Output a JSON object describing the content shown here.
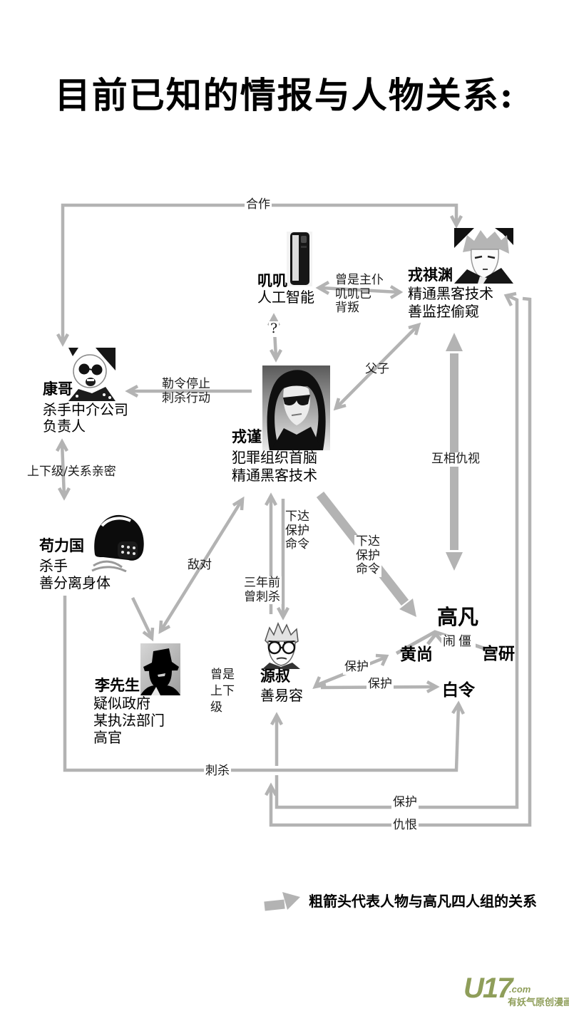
{
  "title": "目前已知的情报与人物关系:",
  "characters": {
    "jiji": {
      "name": "叽叽",
      "desc1": "人工智能"
    },
    "rongqiyuan": {
      "name": "戎祺渊",
      "desc1": "精通黑客技术",
      "desc2": "善监控偷窥"
    },
    "kangge": {
      "name": "康哥",
      "desc1": "杀手中介公司",
      "desc2": "负责人"
    },
    "rongjin": {
      "name": "戎谨",
      "desc1": "犯罪组织首脑",
      "desc2": "精通黑客技术"
    },
    "gouliguo": {
      "name": "苟力国",
      "desc1": "杀手",
      "desc2": "善分离身体"
    },
    "lixiansheng": {
      "name": "李先生",
      "desc1": "疑似政府",
      "desc2": "某执法部门",
      "desc3": "高官"
    },
    "yuanshu": {
      "name": "源叔",
      "desc1": "善易容"
    },
    "gaofan": {
      "name": "高凡"
    },
    "huangshang": {
      "name": "黄尚"
    },
    "gongyan": {
      "name": "宫研"
    },
    "bailing": {
      "name": "白令"
    }
  },
  "edges": {
    "hezuo": "合作",
    "zhupu_l1": "曾是主仆",
    "zhupu_l2": "叽叽已",
    "zhupu_l3": "背叛",
    "question": "?",
    "fuzi": "父子",
    "leling_l1": "勒令停止",
    "leling_l2": "刺杀行动",
    "shangxiaji": "上下级/关系亲密",
    "didui": "敌对",
    "xiada_l1": "下达",
    "xiada_l2": "保护",
    "xiada_l3": "命令",
    "sannian_l1": "三年前",
    "sannian_l2": "曾刺杀",
    "huxiang": "互相仇视",
    "naojiang": "闹僵",
    "baohu": "保护",
    "zengshi_l1": "曾是",
    "zengshi_l2": "上下",
    "zengshi_l3": "级",
    "cisha": "刺杀",
    "chouhen": "仇恨"
  },
  "legend": {
    "text": "粗箭头代表人物与高凡四人组的关系"
  },
  "watermark": {
    "logo": "U17",
    "tld": ".com",
    "slogan": "有妖气原创漫画"
  },
  "colors": {
    "line": "#b3b3b3",
    "accent": "#8f9e5a"
  }
}
